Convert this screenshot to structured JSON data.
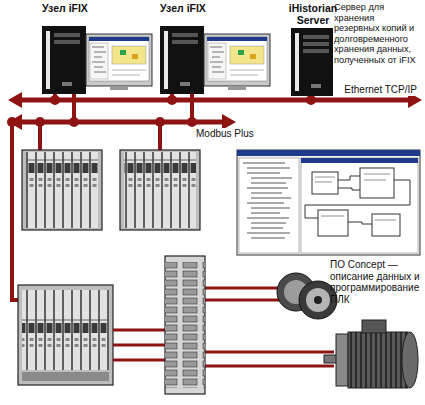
{
  "diagram": {
    "nodes": [
      {
        "text": [
          "Узел iFIX"
        ]
      },
      {
        "text": [
          "Узел iFIX"
        ]
      },
      {
        "text": [
          "iHistorian Server"
        ]
      }
    ],
    "labels": [
      "Сервер для хранения резервных копий и долговременного хранения данных, полученных от iFIX",
      "Ethernet TCP/IP",
      "Modbus Plus",
      "ПО Concept — описание данных и программирование ПЛК"
    ]
  }
}
